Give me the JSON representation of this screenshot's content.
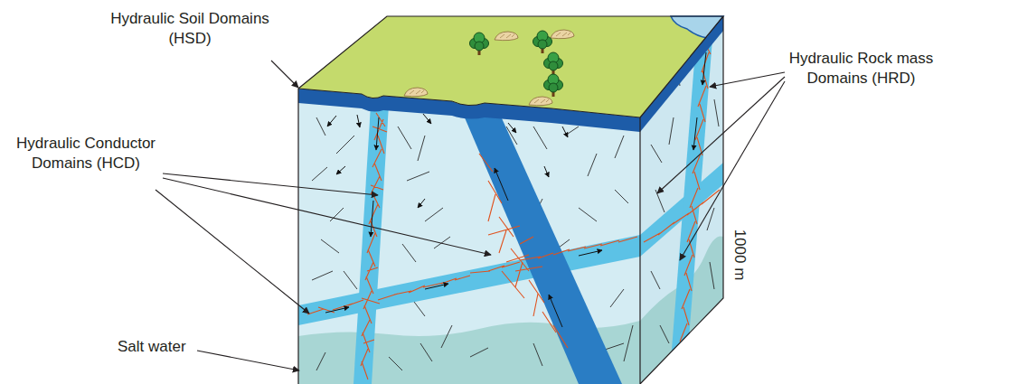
{
  "diagram": {
    "labels": [
      "Hydraulic Soil Domains (HSD)",
      "Hydraulic Conductor Domains (HCD)",
      "Hydraulic Rock mass Domains (HRD)",
      "Salt water",
      "1000 m"
    ]
  }
}
